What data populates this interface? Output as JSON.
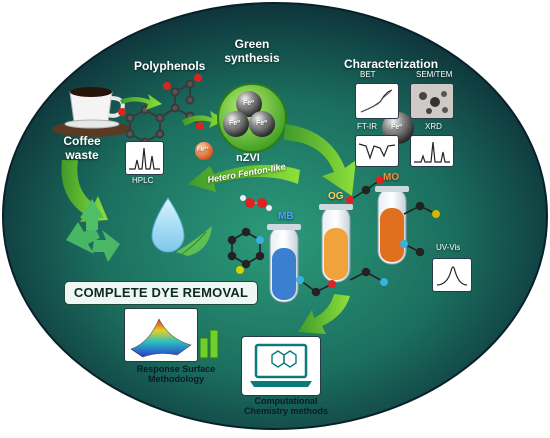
{
  "colors": {
    "ellipse_outer": "#0d2a35",
    "ellipse_inner": "#1a7a62",
    "green_arrow": "#6fcf2f",
    "tube_blue": "#3a7fd0",
    "tube_orange_light": "#f2a23a",
    "tube_orange": "#e0701e"
  },
  "labels": {
    "polyphenols": "Polyphenols",
    "green_synthesis": "Green synthesis",
    "characterization": "Characterization",
    "coffee_waste": "Coffee waste",
    "hplc": "HPLC",
    "nzvi": "nZVI",
    "fe3": "Fe³⁺",
    "fe0": "Fe⁰",
    "hetero_fenton": "Hetero Fenton-like",
    "bet": "BET",
    "sem_tem": "SEM/TEM",
    "ftir": "FT-IR",
    "xrd": "XRD",
    "mb": "MB",
    "og": "OG",
    "mo": "MO",
    "uv_vis": "UV-Vis",
    "complete_dye_removal": "COMPLETE DYE REMOVAL",
    "rsm": "Response Surface Methodology",
    "comp_chem": "Computational Chemistry methods"
  }
}
